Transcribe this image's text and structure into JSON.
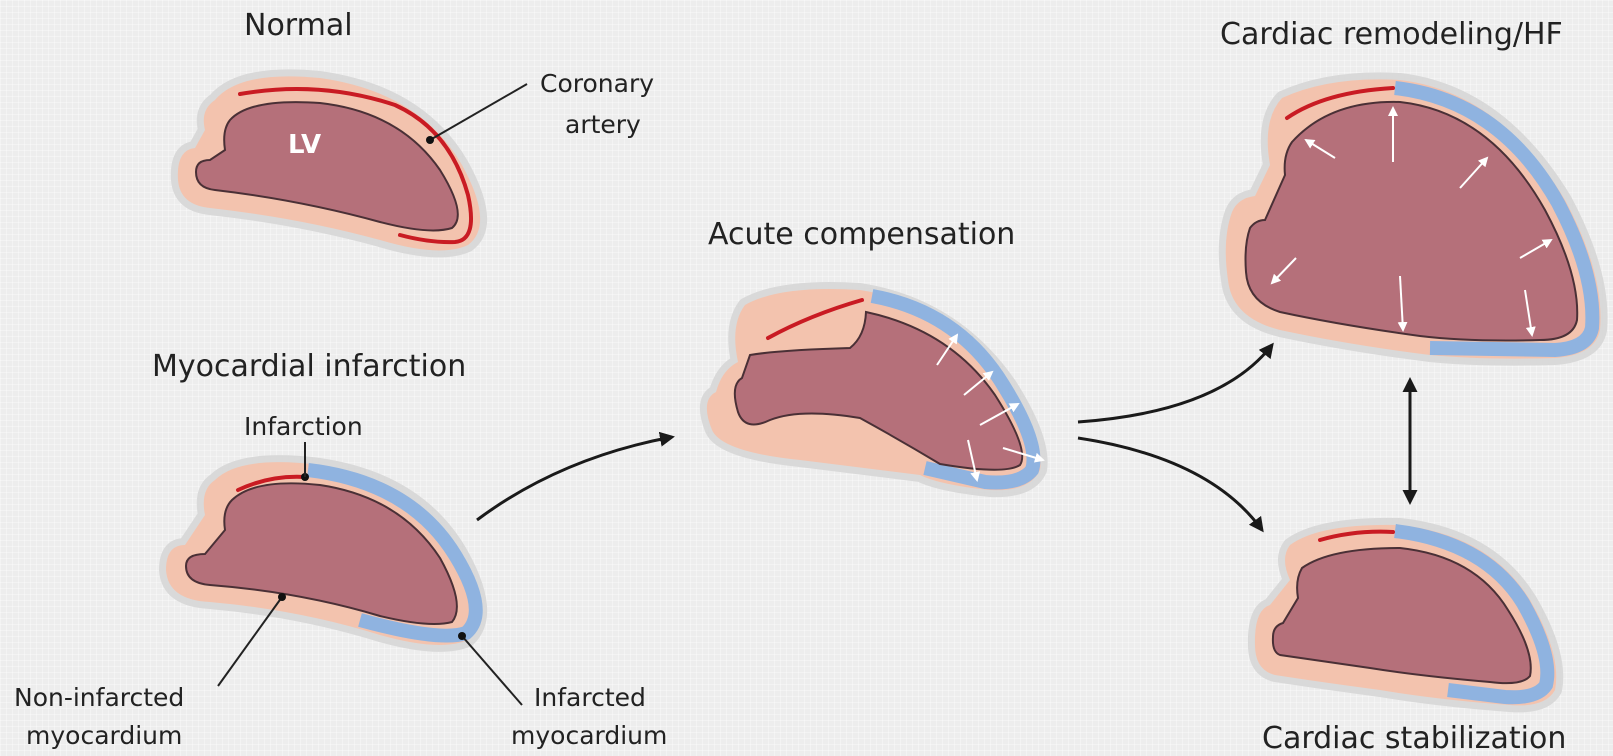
{
  "labels": {
    "normal": "Normal",
    "lv": "LV",
    "coronary_artery_line1": "Coronary",
    "coronary_artery_line2": "artery",
    "myocardial_infarction": "Myocardial infarction",
    "infarction": "Infarction",
    "non_infarcted_line1": "Non-infarcted",
    "non_infarcted_line2": "myocardium",
    "infarcted_line1": "Infarcted",
    "infarcted_line2": "myocardium",
    "acute_compensation": "Acute compensation",
    "cardiac_remodeling": "Cardiac remodeling/HF",
    "cardiac_stabilization": "Cardiac stabilization"
  },
  "colors": {
    "cavity": "#b5707a",
    "healthy_wall": "#f3c3ae",
    "infarcted_wall": "#8fb3e0",
    "coronary_artery": "#c91b23",
    "background": "#ededed"
  }
}
